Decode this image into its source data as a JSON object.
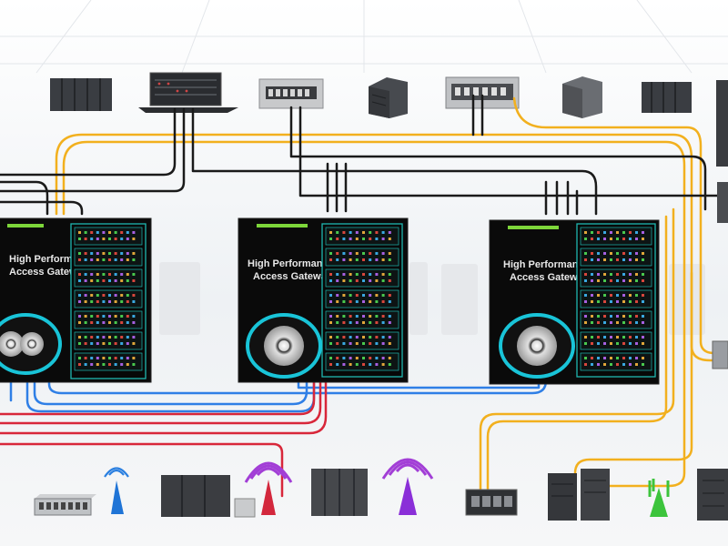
{
  "diagram": {
    "gateway_label": "High Performance Access Gateway",
    "gateways": [
      {
        "id": "gw-left",
        "title_line1": "High Performance",
        "title_line2": "Access Gateway"
      },
      {
        "id": "gw-center",
        "title_line1": "High Performance",
        "title_line2": "Access Gateway"
      },
      {
        "id": "gw-right",
        "title_line1": "High Performance",
        "title_line2": "Access Gateway"
      }
    ],
    "top_devices": [
      "server-rack-icon",
      "patch-panel-icon",
      "switch-icon",
      "storage-box-icon",
      "switch-icon",
      "storage-box-icon",
      "server-rack-icon"
    ],
    "bottom_devices": [
      "network-switch-icon",
      "wifi-antenna-icon",
      "server-rack-icon",
      "wifi-antenna-icon",
      "server-rack-icon",
      "wifi-antenna-icon",
      "router-icon",
      "server-tower-icon",
      "wifi-antenna-icon",
      "server-tower-icon"
    ],
    "cable_colors": {
      "yellow": "#f2b01e",
      "black": "#1a1a1a",
      "blue": "#2f7fe6",
      "red": "#d8273a"
    },
    "accents": {
      "cyan_ring": "#19c4d8",
      "led_green": "#7dd63a",
      "panel_border": "#1fb7b0"
    }
  }
}
